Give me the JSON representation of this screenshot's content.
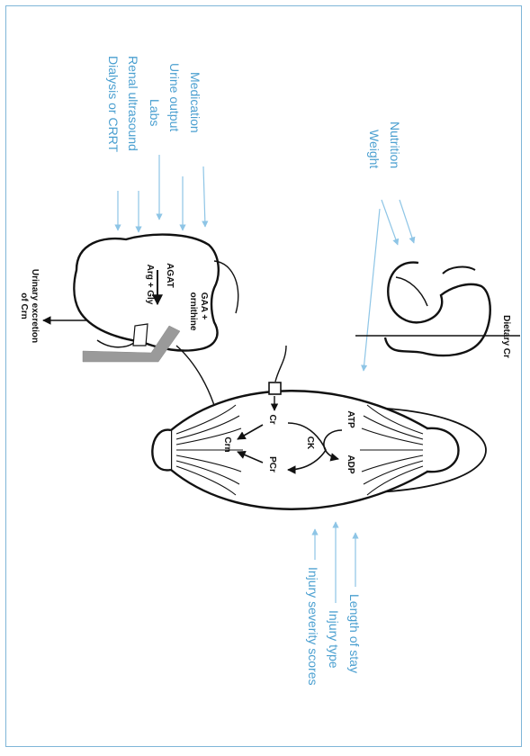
{
  "colors": {
    "frame": "#7fb6d8",
    "annotation_text": "#4a9fd0",
    "arrow_blue": "#8ec5e6",
    "stroke": "#111111",
    "vessel_grey": "#9a9a9a"
  },
  "kidney_factors": [
    "Medication",
    "Urine output",
    "Labs",
    "Renal ultrasound",
    "Dialysis or CRRT"
  ],
  "diet_factors": [
    "Nutrition",
    "Weight"
  ],
  "muscle_factors": [
    "Length of stay",
    "Injury type",
    "Injury severity scores"
  ],
  "kidney_labels": {
    "gaa": "GAA +",
    "ornithine": "ornithine",
    "agat": "AGAT",
    "substrates": "Arg + Gly"
  },
  "urinary_label": {
    "line1": "Urinary excretion",
    "line2": "of Crn"
  },
  "dietary_label": "Dietary Cr",
  "muscle_labels": {
    "atp": "ATP",
    "adp": "ADP",
    "ck": "CK",
    "cr": "Cr",
    "pcr": "PCr",
    "crn": "Crn"
  },
  "icons": [
    "kidney-icon",
    "intestine-icon",
    "muscle-icon",
    "transporter-icon"
  ]
}
